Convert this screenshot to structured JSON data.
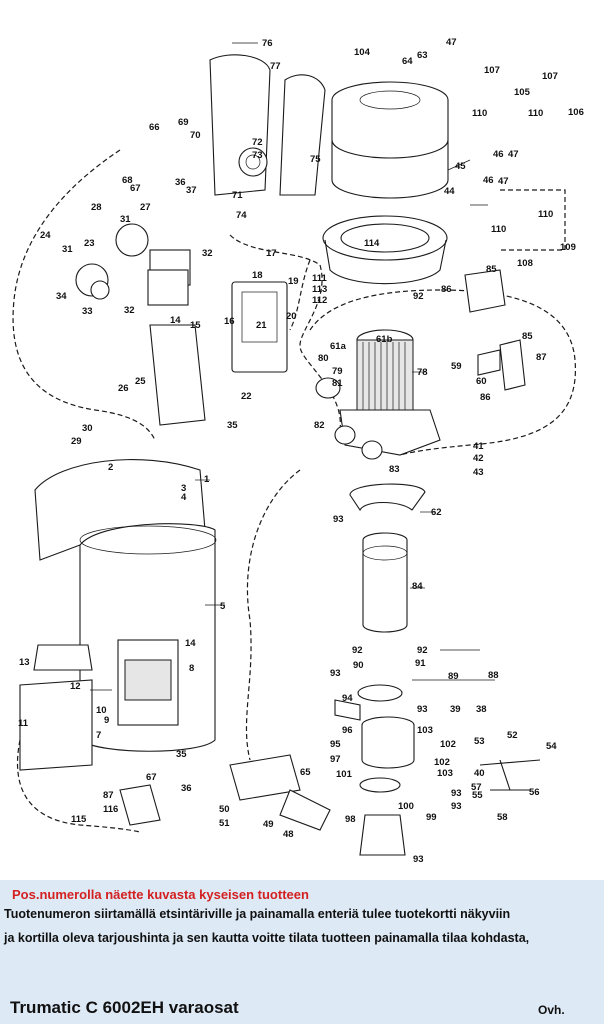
{
  "diagram": {
    "labels": [
      {
        "id": "p76",
        "text": "76"
      },
      {
        "id": "p77",
        "text": "77"
      },
      {
        "id": "p104",
        "text": "104"
      },
      {
        "id": "p47a",
        "text": "47"
      },
      {
        "id": "p63",
        "text": "63"
      },
      {
        "id": "p64",
        "text": "64"
      },
      {
        "id": "p107a",
        "text": "107"
      },
      {
        "id": "p107b",
        "text": "107"
      },
      {
        "id": "p105",
        "text": "105"
      },
      {
        "id": "p106",
        "text": "106"
      },
      {
        "id": "p110a",
        "text": "110"
      },
      {
        "id": "p110b",
        "text": "110"
      },
      {
        "id": "p66",
        "text": "66"
      },
      {
        "id": "p69",
        "text": "69"
      },
      {
        "id": "p70",
        "text": "70"
      },
      {
        "id": "p72",
        "text": "72"
      },
      {
        "id": "p73",
        "text": "73"
      },
      {
        "id": "p75",
        "text": "75"
      },
      {
        "id": "p71",
        "text": "71"
      },
      {
        "id": "p74",
        "text": "74"
      },
      {
        "id": "p68",
        "text": "68"
      },
      {
        "id": "p67a",
        "text": "67"
      },
      {
        "id": "p36a",
        "text": "36"
      },
      {
        "id": "p37",
        "text": "37"
      },
      {
        "id": "p45",
        "text": "45"
      },
      {
        "id": "p46a",
        "text": "46"
      },
      {
        "id": "p47b",
        "text": "47"
      },
      {
        "id": "p44",
        "text": "44"
      },
      {
        "id": "p46b",
        "text": "46"
      },
      {
        "id": "p47c",
        "text": "47"
      },
      {
        "id": "p28",
        "text": "28"
      },
      {
        "id": "p27",
        "text": "27"
      },
      {
        "id": "p31a",
        "text": "31"
      },
      {
        "id": "p110c",
        "text": "110"
      },
      {
        "id": "p110d",
        "text": "110"
      },
      {
        "id": "p24",
        "text": "24"
      },
      {
        "id": "p31b",
        "text": "31"
      },
      {
        "id": "p23",
        "text": "23"
      },
      {
        "id": "p32a",
        "text": "32"
      },
      {
        "id": "p114",
        "text": "114"
      },
      {
        "id": "p108",
        "text": "108"
      },
      {
        "id": "p109",
        "text": "109"
      },
      {
        "id": "p17",
        "text": "17"
      },
      {
        "id": "p18",
        "text": "18"
      },
      {
        "id": "p19",
        "text": "19"
      },
      {
        "id": "p111",
        "text": "111"
      },
      {
        "id": "p113",
        "text": "113"
      },
      {
        "id": "p112",
        "text": "112"
      },
      {
        "id": "p85a",
        "text": "85"
      },
      {
        "id": "p86a",
        "text": "86"
      },
      {
        "id": "p92a",
        "text": "92"
      },
      {
        "id": "p34",
        "text": "34"
      },
      {
        "id": "p33",
        "text": "33"
      },
      {
        "id": "p32b",
        "text": "32"
      },
      {
        "id": "p20",
        "text": "20"
      },
      {
        "id": "p14a",
        "text": "14"
      },
      {
        "id": "p15",
        "text": "15"
      },
      {
        "id": "p16",
        "text": "16"
      },
      {
        "id": "p21",
        "text": "21"
      },
      {
        "id": "p61a",
        "text": "61a"
      },
      {
        "id": "p61b",
        "text": "61b"
      },
      {
        "id": "p85b",
        "text": "85"
      },
      {
        "id": "p80",
        "text": "80"
      },
      {
        "id": "p79",
        "text": "79"
      },
      {
        "id": "p81",
        "text": "81"
      },
      {
        "id": "p78",
        "text": "78"
      },
      {
        "id": "p59",
        "text": "59"
      },
      {
        "id": "p87a",
        "text": "87"
      },
      {
        "id": "p60",
        "text": "60"
      },
      {
        "id": "p86b",
        "text": "86"
      },
      {
        "id": "p25",
        "text": "25"
      },
      {
        "id": "p26",
        "text": "26"
      },
      {
        "id": "p22",
        "text": "22"
      },
      {
        "id": "p30",
        "text": "30"
      },
      {
        "id": "p35a",
        "text": "35"
      },
      {
        "id": "p29",
        "text": "29"
      },
      {
        "id": "p82",
        "text": "82"
      },
      {
        "id": "p41",
        "text": "41"
      },
      {
        "id": "p42",
        "text": "42"
      },
      {
        "id": "p2",
        "text": "2"
      },
      {
        "id": "p1",
        "text": "1"
      },
      {
        "id": "p83",
        "text": "83"
      },
      {
        "id": "p43",
        "text": "43"
      },
      {
        "id": "p3",
        "text": "3"
      },
      {
        "id": "p4",
        "text": "4"
      },
      {
        "id": "p93a",
        "text": "93"
      },
      {
        "id": "p62",
        "text": "62"
      },
      {
        "id": "p5",
        "text": "5"
      },
      {
        "id": "p84",
        "text": "84"
      },
      {
        "id": "p14b",
        "text": "14"
      },
      {
        "id": "p92b",
        "text": "92"
      },
      {
        "id": "p92c",
        "text": "92"
      },
      {
        "id": "p90",
        "text": "90"
      },
      {
        "id": "p91",
        "text": "91"
      },
      {
        "id": "p13",
        "text": "13"
      },
      {
        "id": "p8",
        "text": "8"
      },
      {
        "id": "p93b",
        "text": "93"
      },
      {
        "id": "p89",
        "text": "89"
      },
      {
        "id": "p88",
        "text": "88"
      },
      {
        "id": "p12",
        "text": "12"
      },
      {
        "id": "p94",
        "text": "94"
      },
      {
        "id": "p10",
        "text": "10"
      },
      {
        "id": "p9",
        "text": "9"
      },
      {
        "id": "p93c",
        "text": "93"
      },
      {
        "id": "p39",
        "text": "39"
      },
      {
        "id": "p38",
        "text": "38"
      },
      {
        "id": "p11",
        "text": "11"
      },
      {
        "id": "p7",
        "text": "7"
      },
      {
        "id": "p96",
        "text": "96"
      },
      {
        "id": "p103a",
        "text": "103"
      },
      {
        "id": "p95",
        "text": "95"
      },
      {
        "id": "p102a",
        "text": "102"
      },
      {
        "id": "p53",
        "text": "53"
      },
      {
        "id": "p52",
        "text": "52"
      },
      {
        "id": "p35b",
        "text": "35"
      },
      {
        "id": "p54",
        "text": "54"
      },
      {
        "id": "p97",
        "text": "97"
      },
      {
        "id": "p101",
        "text": "101"
      },
      {
        "id": "p102b",
        "text": "102"
      },
      {
        "id": "p103b",
        "text": "103"
      },
      {
        "id": "p65",
        "text": "65"
      },
      {
        "id": "p67b",
        "text": "67"
      },
      {
        "id": "p36b",
        "text": "36"
      },
      {
        "id": "p57",
        "text": "57"
      },
      {
        "id": "p55",
        "text": "55"
      },
      {
        "id": "p56",
        "text": "56"
      },
      {
        "id": "p87b",
        "text": "87"
      },
      {
        "id": "p100",
        "text": "100"
      },
      {
        "id": "p93d",
        "text": "93"
      },
      {
        "id": "p115",
        "text": "115"
      },
      {
        "id": "p116",
        "text": "116"
      },
      {
        "id": "p50",
        "text": "50"
      },
      {
        "id": "p51",
        "text": "51"
      },
      {
        "id": "p98",
        "text": "98"
      },
      {
        "id": "p49",
        "text": "49"
      },
      {
        "id": "p99",
        "text": "99"
      },
      {
        "id": "p48",
        "text": "48"
      },
      {
        "id": "p58",
        "text": "58"
      },
      {
        "id": "p93e",
        "text": "93"
      },
      {
        "id": "p93f",
        "text": "93"
      },
      {
        "id": "p40",
        "text": "40"
      }
    ]
  },
  "info": {
    "note_red": "Pos.numerolla näette kuvasta kyseisen tuotteen",
    "note_line1": "Tuotenumeron siirtamällä etsintäriville ja painamalla enteriä tulee tuotekortti näkyviin",
    "note_line2": "ja kortilla oleva tarjoushinta ja sen kautta voitte tilata tuotteen painamalla tilaa kohdasta,",
    "title": "Trumatic  C 6002EH varaosat",
    "footer_right": "Ovh.",
    "red_color": "#d42020",
    "panel_color": "#dde9f5"
  }
}
